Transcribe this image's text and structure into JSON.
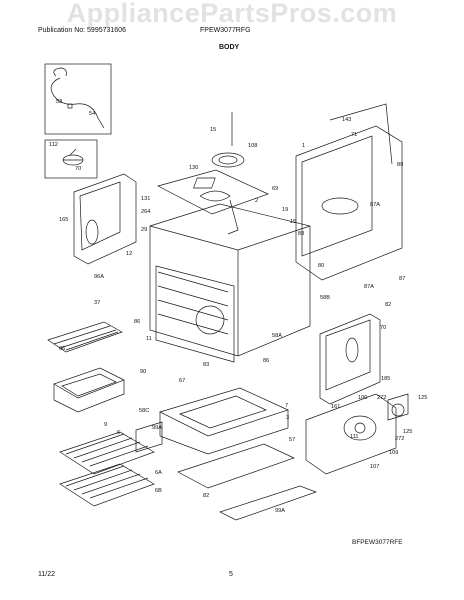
{
  "header": {
    "publication": "Publication No: 5995731606",
    "model": "FPEW3077RFG",
    "section": "BODY"
  },
  "watermark": "AppliancePartsPros.com",
  "footer": {
    "date": "11/22",
    "page": "5",
    "diagram_code": "BFPEW3077RFE"
  },
  "part_labels": {
    "p53": "53",
    "p54": "54",
    "p112": "112",
    "p15": "15",
    "p108": "108",
    "p143": "143",
    "p71": "71",
    "p1": "1",
    "p89": "89",
    "p70a": "70",
    "p130": "130",
    "p69": "69",
    "p131": "131",
    "p264": "264",
    "p2": "2",
    "p19": "19",
    "p165": "165",
    "p29": "29",
    "p15b": "15",
    "p87a": "87A",
    "p88": "88",
    "p12": "12",
    "p80": "80",
    "p87": "87",
    "p96a": "96A",
    "p87a2": "87A",
    "p37": "37",
    "p58b": "58B",
    "p82": "82",
    "p86": "86",
    "p66": "66",
    "p58a": "58A",
    "p70b": "70",
    "p11": "11",
    "p90": "90",
    "p83": "83",
    "p67": "67",
    "p86b": "86",
    "p185": "185",
    "p7": "7",
    "p58c": "58C",
    "p3": "3",
    "p9": "9",
    "p6": "6",
    "p99a": "99A",
    "p57": "57",
    "p161": "161",
    "p100": "100",
    "p272": "272",
    "p125": "125",
    "p111": "111",
    "p272b": "272",
    "p125b": "125",
    "p109": "109",
    "p107": "107",
    "p6a": "6A",
    "p6b": "6B",
    "p82b": "82",
    "p99a2": "99A"
  }
}
